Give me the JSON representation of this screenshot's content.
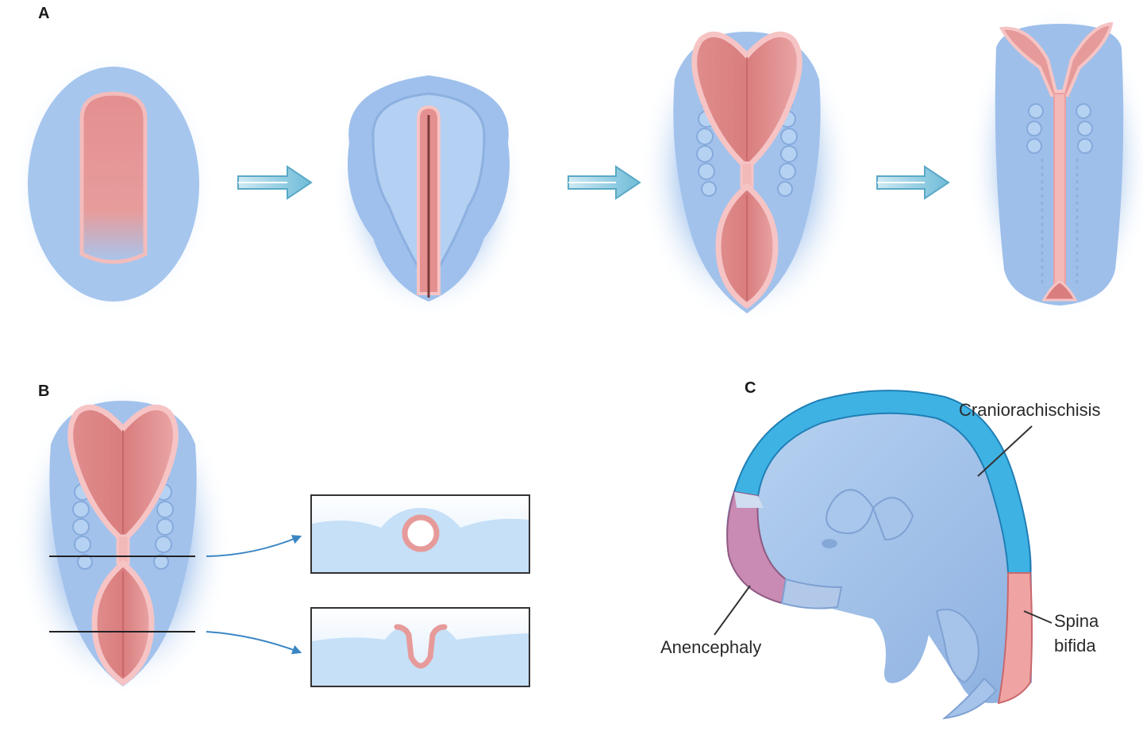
{
  "panels": {
    "a": "A",
    "b": "B",
    "c": "C"
  },
  "labels": {
    "craniorachischisis": "Craniorachischisis",
    "anencephaly": "Anencephaly",
    "spina_line1": "Spina",
    "spina_line2": "bifida"
  },
  "colors": {
    "tissue_blue": "#9dc2ea",
    "neural_pink": "#e79a9a",
    "fold_rim": "#f6c4c4",
    "cranio_band": "#3fb2e4",
    "anencephaly_band": "#c98bb3",
    "spina_band": "#f0a3a3",
    "arrow": "#7cc3dc"
  }
}
